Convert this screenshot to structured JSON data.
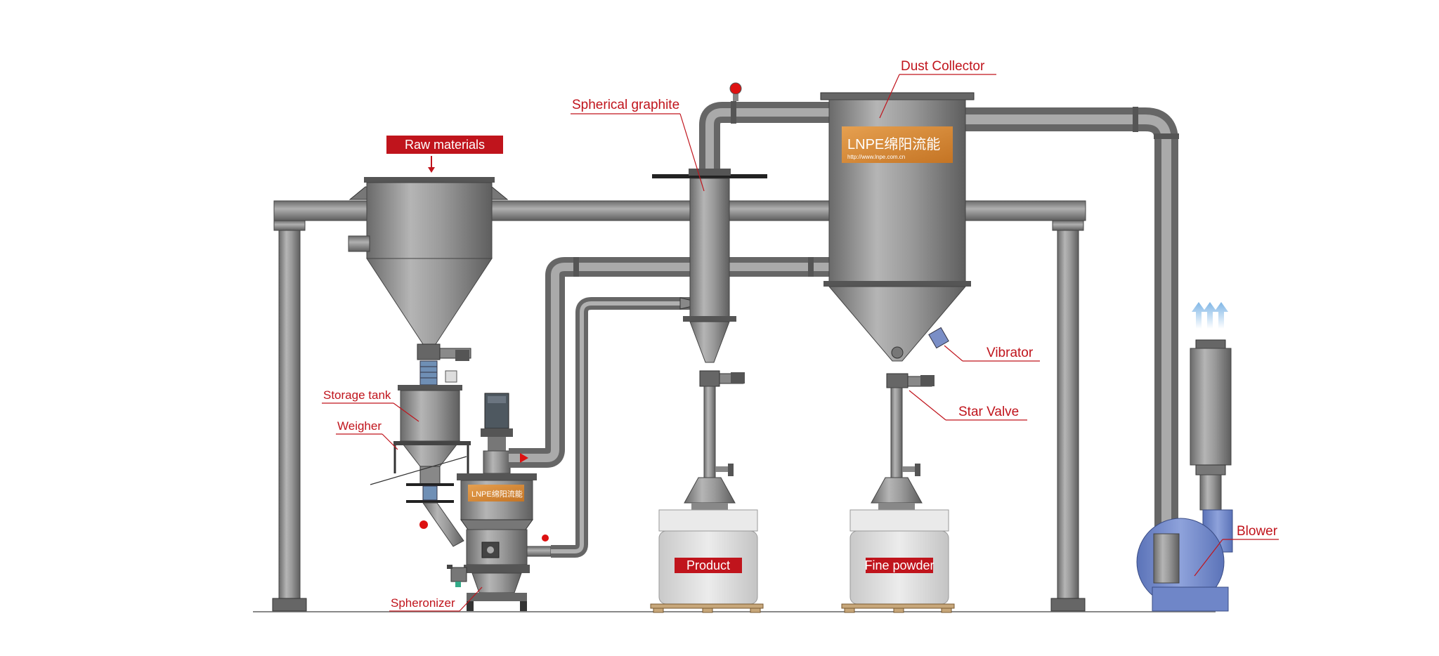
{
  "labels": {
    "raw_materials": "Raw materials",
    "spherical_graphite": "Spherical graphite",
    "dust_collector": "Dust Collector",
    "storage_tank": "Storage tank",
    "weigher": "Weigher",
    "spheronizer": "Spheronizer",
    "vibrator": "Vibrator",
    "star_valve": "Star Valve",
    "blower": "Blower",
    "product": "Product",
    "fine_powder": "Fine powder"
  },
  "logo": {
    "text": "LNPE绵阳流能",
    "url": "http://www.lnpe.com.cn"
  },
  "colors": {
    "label_red": "#c0141c",
    "metal": "#8a8a8a",
    "metal_dark": "#555555",
    "logo_orange": "#d9892c",
    "blower_blue": "#6f86c8",
    "bag": "#dcdcdc",
    "pallet": "#c7a77a"
  }
}
